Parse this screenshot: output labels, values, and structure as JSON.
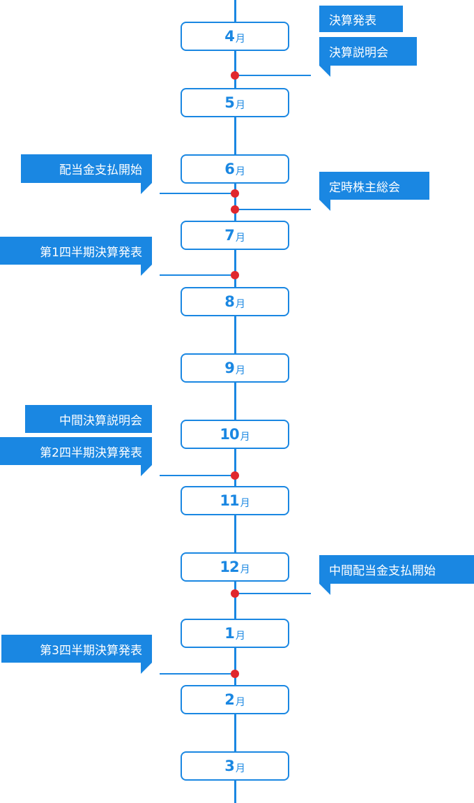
{
  "unit": "月",
  "months": [
    "4",
    "5",
    "6",
    "7",
    "8",
    "9",
    "10",
    "11",
    "12",
    "1",
    "2",
    "3"
  ],
  "events": [
    {
      "side": "right",
      "labels": [
        "決算発表",
        "決算説明会"
      ]
    },
    {
      "side": "left",
      "labels": [
        "配当金支払開始"
      ]
    },
    {
      "side": "right",
      "labels": [
        "定時株主総会"
      ]
    },
    {
      "side": "left",
      "labels": [
        "第1四半期決算発表"
      ]
    },
    {
      "side": "left",
      "labels": [
        "中間決算説明会",
        "第2四半期決算発表"
      ]
    },
    {
      "side": "right",
      "labels": [
        "中間配当金支払開始"
      ]
    },
    {
      "side": "left",
      "labels": [
        "第3四半期決算発表"
      ]
    }
  ],
  "colors": {
    "accent": "#1a87e2",
    "marker": "#e0272d",
    "background": "#ffffff"
  }
}
